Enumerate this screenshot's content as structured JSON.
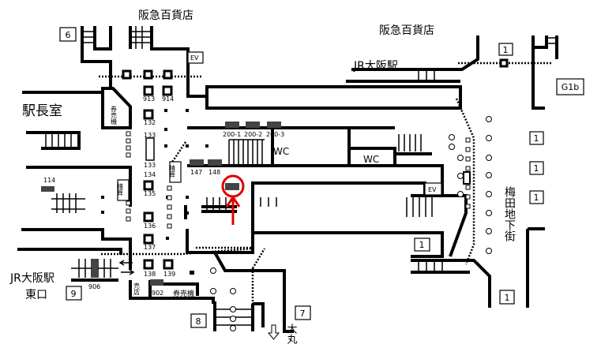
{
  "map": {
    "stores": {
      "hankyu_left": "阪急百貨店",
      "hankyu_right": "阪急百貨店",
      "daimaru": "大丸"
    },
    "rooms": {
      "station_master": "駅長室",
      "wc_1": "WC",
      "wc_2": "WC",
      "ev_1": "EV",
      "ev_2": "EV",
      "ticket_machine_1": "券売機",
      "ticket_machine_2": "券売機",
      "fare_adjust_1": "精算",
      "fare_adjust_2": "精算",
      "kiosk": "売店"
    },
    "stations": {
      "jr_osaka_top": "JR大阪駅",
      "jr_osaka_east_line1": "JR大阪駅",
      "jr_osaka_east_line2": "東口",
      "umeda_underground": "梅田地下街"
    },
    "exits": {
      "exit_6": "6",
      "exit_9": "9",
      "exit_8": "8",
      "exit_7": "7",
      "exit_1a": "1",
      "exit_1b": "1",
      "exit_1c": "1",
      "exit_1d": "1",
      "exit_1e": "1",
      "exit_1f": "1",
      "exit_g1b": "G1b"
    },
    "lockers": {
      "l913": "913",
      "l914": "914",
      "l132": "132",
      "l133a": "133",
      "l133b": "133",
      "l134": "134",
      "l135": "135",
      "l136": "136",
      "l137": "137",
      "l138": "138",
      "l139": "139",
      "l200_1": "200-1",
      "l200_2": "200-2",
      "l200_3": "200-3",
      "l147": "147",
      "l148": "148",
      "l114": "114",
      "l906": "906",
      "l902": "902"
    },
    "highlight_color": "#e00000"
  }
}
